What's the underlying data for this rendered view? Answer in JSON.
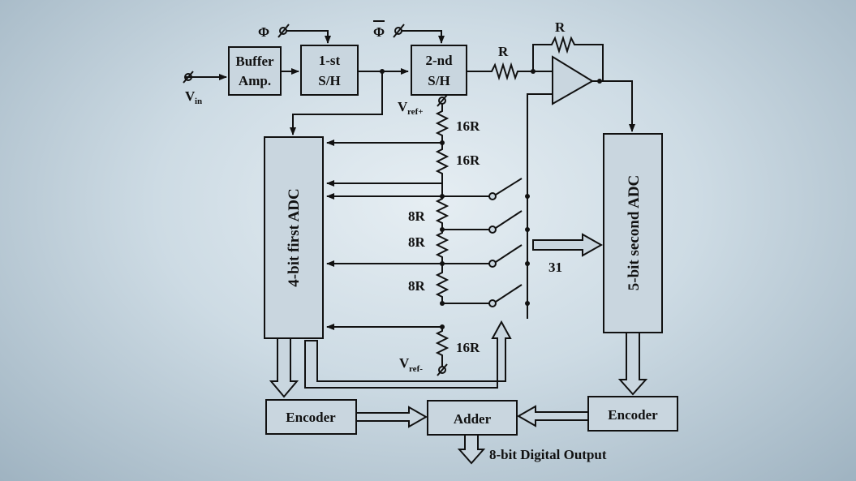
{
  "phi1": "Φ",
  "phi2": "Φ",
  "vin": "V",
  "vin_sub": "in",
  "buffer": [
    "Buffer",
    "Amp."
  ],
  "sh1": [
    "1-st",
    "S/H"
  ],
  "sh2": [
    "2-nd",
    "S/H"
  ],
  "r_series": "R",
  "r_feedback": "R",
  "vref_plus": "V",
  "vref_plus_sub": "ref+",
  "vref_minus": "V",
  "vref_minus_sub": "ref-",
  "resistors": [
    "16R",
    "16R",
    "8R",
    "8R",
    "8R",
    "16R"
  ],
  "adc1": "4-bit first ADC",
  "adc2": "5-bit second ADC",
  "count": "31",
  "encoder1": "Encoder",
  "encoder2": "Encoder",
  "adder": "Adder",
  "output": "8-bit Digital Output"
}
